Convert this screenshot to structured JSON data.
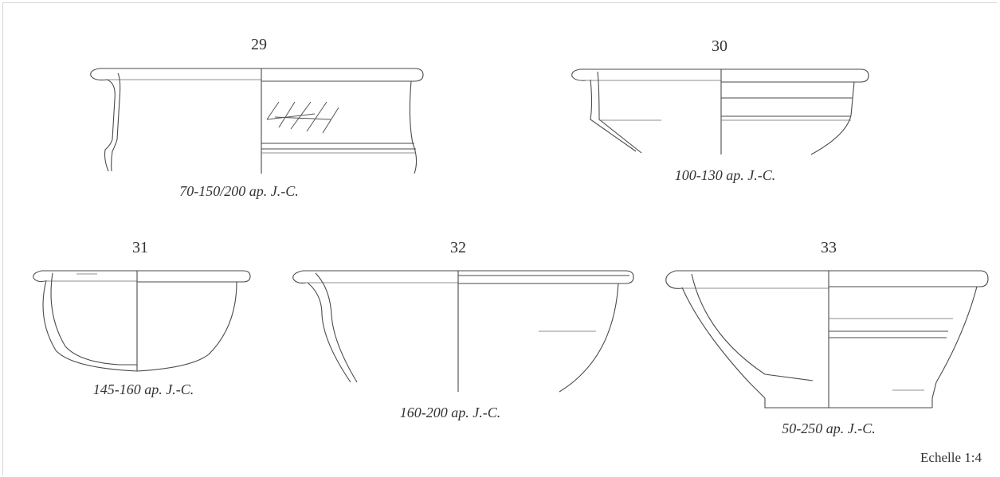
{
  "plate": {
    "vessels": [
      {
        "number": "29",
        "date": "70-150/200 ap. J.-C."
      },
      {
        "number": "30",
        "date": "100-130 ap. J.-C."
      },
      {
        "number": "31",
        "date": "145-160 ap. J.-C."
      },
      {
        "number": "32",
        "date": "160-200 ap. J.-C."
      },
      {
        "number": "33",
        "date": "50-250 ap. J.-C."
      }
    ],
    "scale_label": "Echelle 1:4"
  }
}
